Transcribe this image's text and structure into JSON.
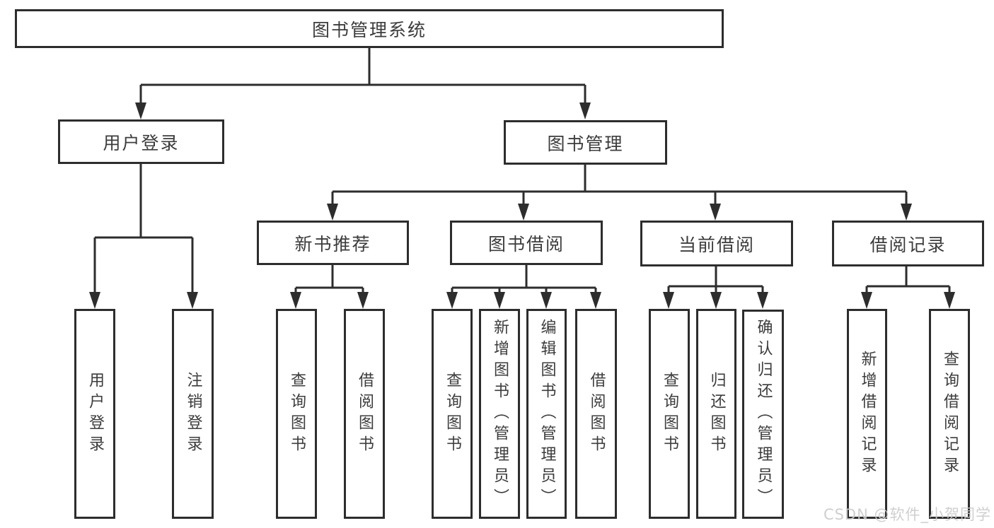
{
  "diagram": {
    "root": {
      "label": "图书管理系统"
    },
    "level2": [
      {
        "label": "用户登录"
      },
      {
        "label": "图书管理"
      }
    ],
    "level3": [
      {
        "label": "新书推荐"
      },
      {
        "label": "图书借阅"
      },
      {
        "label": "当前借阅"
      },
      {
        "label": "借阅记录"
      }
    ],
    "leaves": [
      {
        "label": "用户登录"
      },
      {
        "label": "注销登录"
      },
      {
        "label": "查询图书"
      },
      {
        "label": "借阅图书"
      },
      {
        "label": "查询图书"
      },
      {
        "label": "新增图书（管理员）"
      },
      {
        "label": "编辑图书（管理员）"
      },
      {
        "label": "借阅图书"
      },
      {
        "label": "查询图书"
      },
      {
        "label": "归还图书"
      },
      {
        "label": "确认归还（管理员）"
      },
      {
        "label": "新增借阅记录"
      },
      {
        "label": "查询借阅记录"
      }
    ]
  },
  "watermark": {
    "text": "CSDN @软件_小贺同学"
  },
  "colors": {
    "line": "#2d2d2d",
    "text": "#3c3c3c",
    "watermark": "#cccccc",
    "background": "#ffffff"
  }
}
